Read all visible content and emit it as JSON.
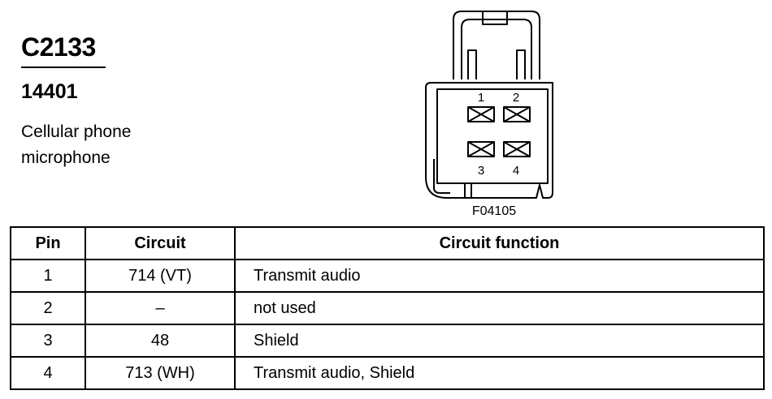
{
  "connector": {
    "id": "C2133",
    "part_number": "14401",
    "description": "Cellular phone microphone"
  },
  "diagram": {
    "figure_code": "F04105",
    "pin_labels": [
      "1",
      "2",
      "3",
      "4"
    ]
  },
  "table": {
    "headers": {
      "pin": "Pin",
      "circuit": "Circuit",
      "function": "Circuit function"
    },
    "rows": [
      {
        "pin": "1",
        "circuit": "714 (VT)",
        "function": "Transmit audio"
      },
      {
        "pin": "2",
        "circuit": "–",
        "function": "not used"
      },
      {
        "pin": "3",
        "circuit": "48",
        "function": "Shield"
      },
      {
        "pin": "4",
        "circuit": "713 (WH)",
        "function": "Transmit audio, Shield"
      }
    ]
  }
}
